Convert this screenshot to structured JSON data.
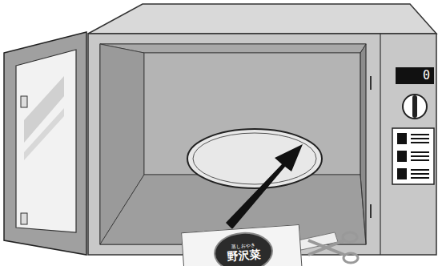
{
  "diagram": {
    "nodes": [
      {
        "text": [
          "0"
        ]
      },
      {
        "text": [
          "蒸しおやき",
          "野沢菜"
        ]
      }
    ]
  }
}
